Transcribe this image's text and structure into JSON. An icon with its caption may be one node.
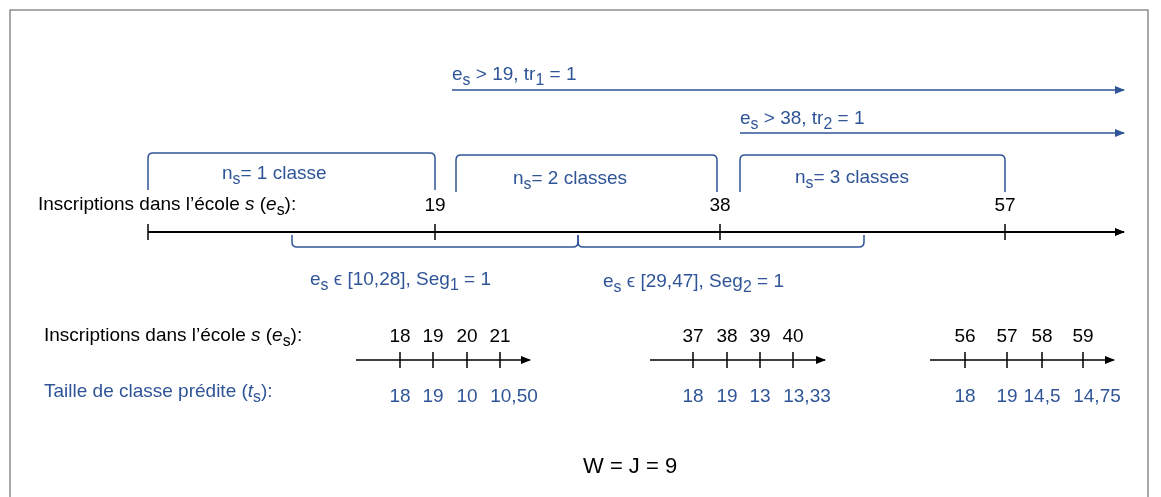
{
  "diagram": {
    "labels": [
      "e$_{s}$ > 19, tr$_{1}$ = 1",
      "e$_{s}$ > 38, tr$_{2}$ = 1",
      "n$_{s}$= 1 classe",
      "n$_{s}$= 2 classes",
      "n$_{s}$= 3 classes",
      "Inscriptions dans l’école *s* (*e*$_{s}$):",
      "19",
      "38",
      "57",
      "e$_{s}$ ϵ [10,28], Seg$_{1}$ = 1",
      "e$_{s}$ ϵ [29,47], Seg$_{2}$ = 1",
      "Inscriptions dans l’école *s* (*e*$_{s}$):",
      "18",
      "19",
      "20",
      "21",
      "37",
      "38",
      "39",
      "40",
      "56",
      "57",
      "58",
      "59",
      "Taille de classe prédite (*t*$_{s}$):",
      "18",
      "19",
      "10",
      "10,50",
      "18",
      "19",
      "13",
      "13,33",
      "18",
      "19",
      "14,5",
      "14,75",
      "W = J = 9"
    ]
  }
}
